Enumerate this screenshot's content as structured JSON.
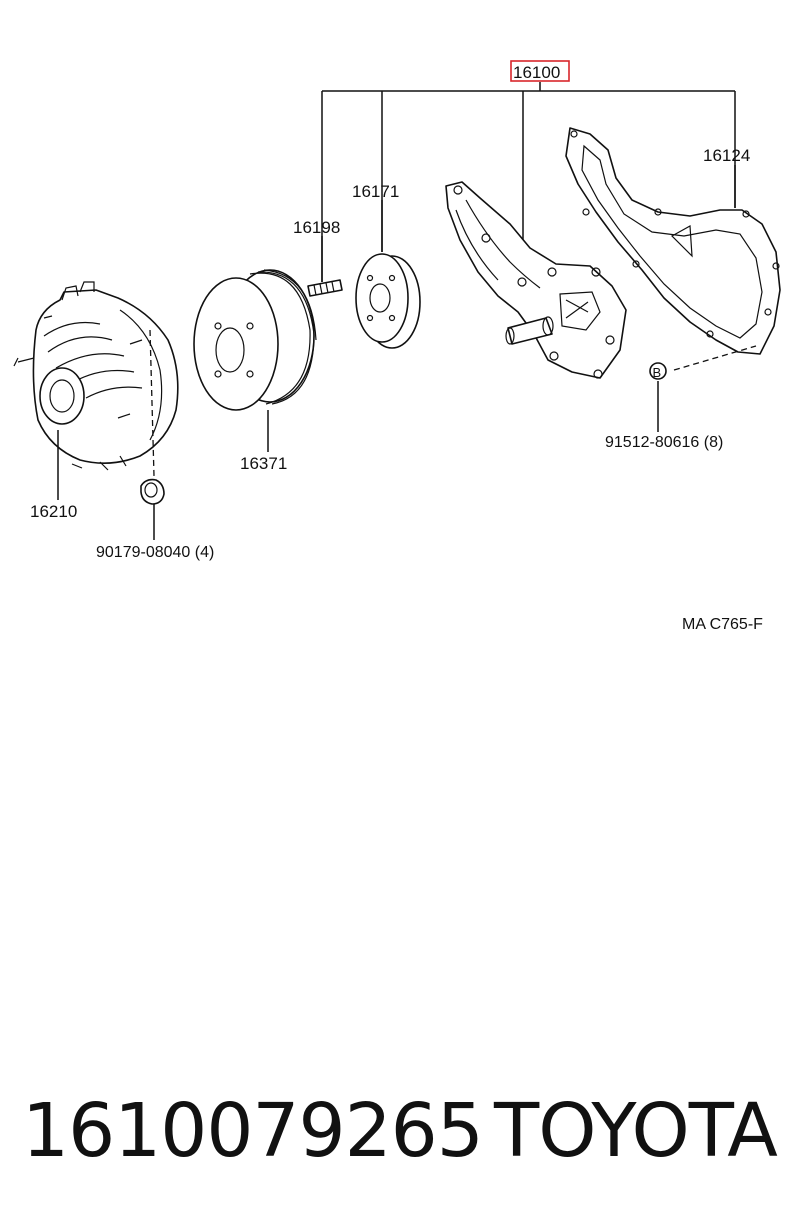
{
  "diagram": {
    "callouts": {
      "assembly": "16100",
      "gasket": "16124",
      "flange": "16171",
      "stud": "16198",
      "pulley": "16371",
      "fan_clutch": "16210",
      "bolt": "91512-80616 (8)",
      "nut": "90179-08040 (4)",
      "bolt_marker": "B"
    },
    "highlight_color": "#d9262b",
    "figure_code": "MA C765-F"
  },
  "footer": {
    "part_number": "1610079265",
    "brand": "TOYOTA"
  }
}
